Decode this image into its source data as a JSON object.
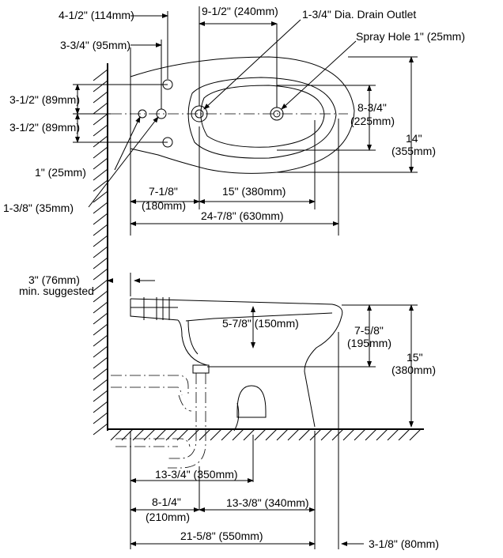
{
  "labels": {
    "d_114": "4-1/2\" (114mm)",
    "d_95": "3-3/4\" (95mm)",
    "d_240": "9-1/2\" (240mm)",
    "drain_outlet": "1-3/4\" Dia. Drain Outlet",
    "spray_hole": "Spray Hole 1\" (25mm)",
    "d_89_a": "3-1/2\" (89mm)",
    "d_89_b": "3-1/2\" (89mm)",
    "d_225_a": "8-3/4\"",
    "d_225_b": "(225mm)",
    "d_355_a": "14\"",
    "d_355_b": "(355mm)",
    "d_25": "1\" (25mm)",
    "d_35": "1-3/8\" (35mm)",
    "d_180_a": "7-1/8\"",
    "d_180_b": "(180mm)",
    "d_380_top": "15\" (380mm)",
    "d_630": "24-7/8\" (630mm)",
    "d_76": "3\" (76mm)",
    "min_suggested": "min. suggested",
    "d_150": "5-7/8\" (150mm)",
    "d_195_a": "7-5/8\"",
    "d_195_b": "(195mm)",
    "d_380_side_a": "15\"",
    "d_380_side_b": "(380mm)",
    "d_350": "13-3/4\" (350mm)",
    "d_210_a": "8-1/4\"",
    "d_210_b": "(210mm)",
    "d_340": "13-3/8\" (340mm)",
    "d_550": "21-5/8\" (550mm)",
    "d_80": "3-1/8\" (80mm)"
  }
}
